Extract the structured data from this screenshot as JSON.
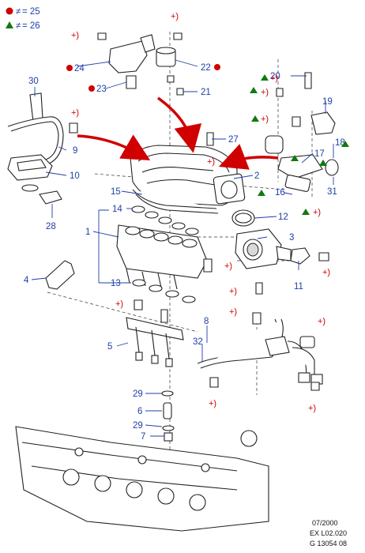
{
  "legend": {
    "dot_label": "= 25",
    "triangle_label": "= 26",
    "dot_color": "#d00000",
    "triangle_color": "#107a10"
  },
  "marker_plus": "+)",
  "callouts": {
    "c1": "1",
    "c2": "2",
    "c3": "3",
    "c4": "4",
    "c5": "5",
    "c6": "6",
    "c7": "7",
    "c8": "8",
    "c9": "9",
    "c10": "10",
    "c11": "11",
    "c12": "12",
    "c13": "13",
    "c14": "14",
    "c15": "15",
    "c16": "16",
    "c17": "17",
    "c18": "18",
    "c19": "19",
    "c20": "20",
    "c21": "21",
    "c22": "22",
    "c23": "23",
    "c24": "24",
    "c27": "27",
    "c28": "28",
    "c29a": "29",
    "c29b": "29",
    "c30": "30",
    "c31": "31",
    "c32": "32"
  },
  "footer": {
    "date": "07/2000",
    "ref1": "EX L02.020",
    "ref2": "G 13054 08"
  },
  "colors": {
    "callout": "#1f3fa8",
    "arrow": "#d00000",
    "line": "#222222"
  }
}
